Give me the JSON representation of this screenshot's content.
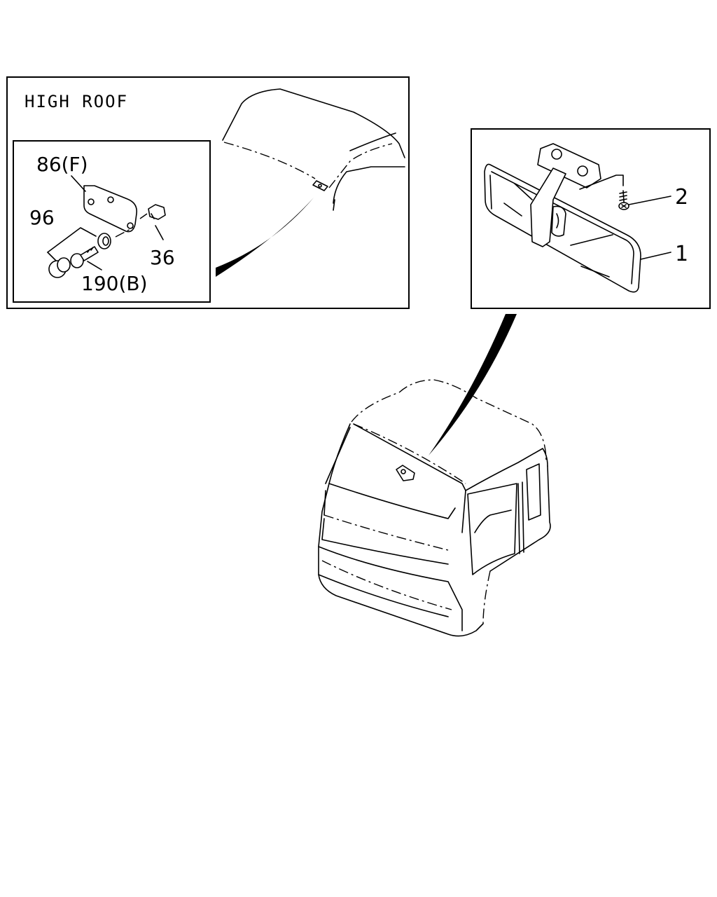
{
  "inset_left": {
    "title": "HIGH ROOF",
    "callouts": {
      "bracket": "86(F)",
      "cap": "96",
      "nut": "36",
      "bolt": "190(B)"
    }
  },
  "inset_right": {
    "callouts": {
      "screw": "2",
      "mirror": "1"
    }
  }
}
